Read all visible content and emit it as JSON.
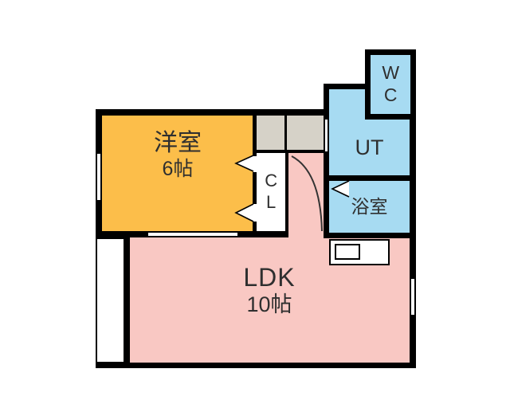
{
  "floor_plan": {
    "rooms": {
      "western_room": {
        "name": "洋室",
        "size": "6帖"
      },
      "ldk": {
        "name": "LDK",
        "size": "10帖"
      },
      "closet": {
        "label": "CL"
      },
      "toilet": {
        "label": "WC"
      },
      "utility": {
        "label": "UT"
      },
      "bathroom": {
        "label": "浴室"
      }
    },
    "colors": {
      "wall": "#000000",
      "western_room_fill": "#fcbe4a",
      "ldk_fill": "#f9c8c3",
      "wet_area_fill": "#a7dbf2",
      "storage_fill": "#d6d2c8",
      "background": "#ffffff",
      "label_text": "#2f2f2f"
    }
  }
}
